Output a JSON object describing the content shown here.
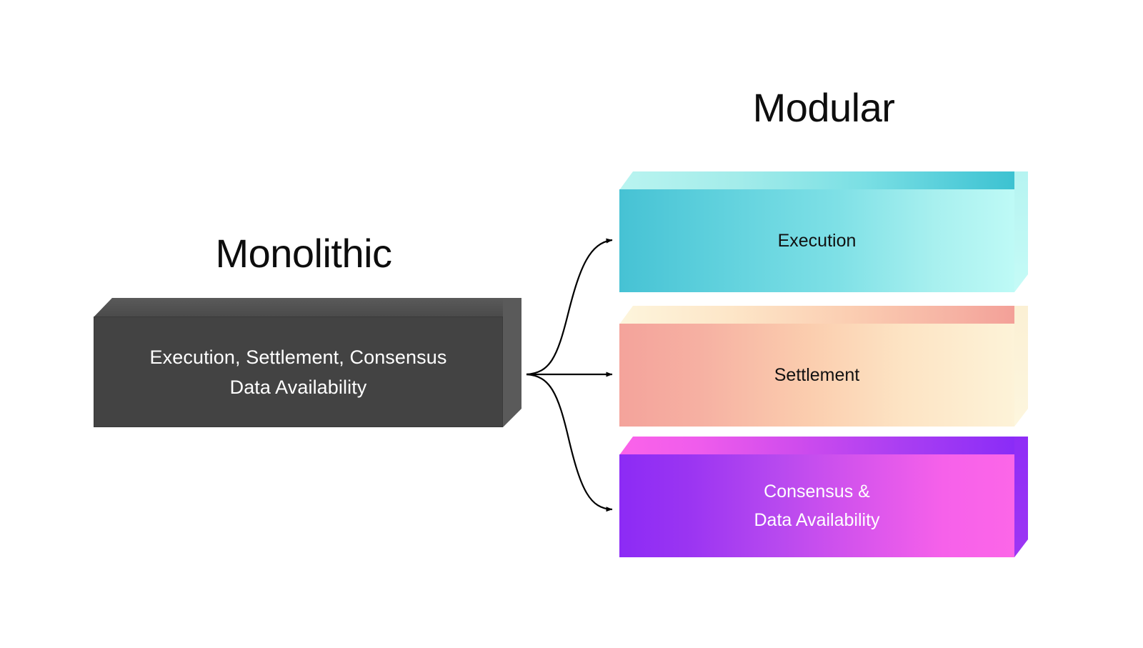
{
  "diagram": {
    "background_color": "#ffffff",
    "columns": {
      "left": {
        "title": "Monolithic",
        "block": {
          "name": "monolithic-block",
          "lines": [
            "Execution, Settlement, Consensus",
            "Data Availability"
          ],
          "fill_color": "#434343",
          "text_color": "#ffffff"
        }
      },
      "right": {
        "title": "Modular",
        "blocks": [
          {
            "name": "execution-block",
            "lines": [
              "Execution"
            ],
            "gradient_from": "#46c2d4",
            "gradient_to": "#befaf6",
            "text_color": "#111111"
          },
          {
            "name": "settlement-block",
            "lines": [
              "Settlement"
            ],
            "gradient_from": "#f4a39b",
            "gradient_to": "#fdf3d8",
            "text_color": "#111111"
          },
          {
            "name": "consensus-data-availability-block",
            "lines": [
              "Consensus &",
              "Data Availability"
            ],
            "gradient_from": "#8c2bf5",
            "gradient_to": "#fc66e8",
            "text_color": "#ffffff"
          }
        ]
      }
    },
    "connectors": [
      {
        "name": "arrow-to-execution",
        "from": "monolithic-block",
        "to": "execution-block",
        "color": "#000000"
      },
      {
        "name": "arrow-to-settlement",
        "from": "monolithic-block",
        "to": "settlement-block",
        "color": "#000000"
      },
      {
        "name": "arrow-to-consensus",
        "from": "monolithic-block",
        "to": "consensus-data-availability-block",
        "color": "#000000"
      }
    ]
  }
}
